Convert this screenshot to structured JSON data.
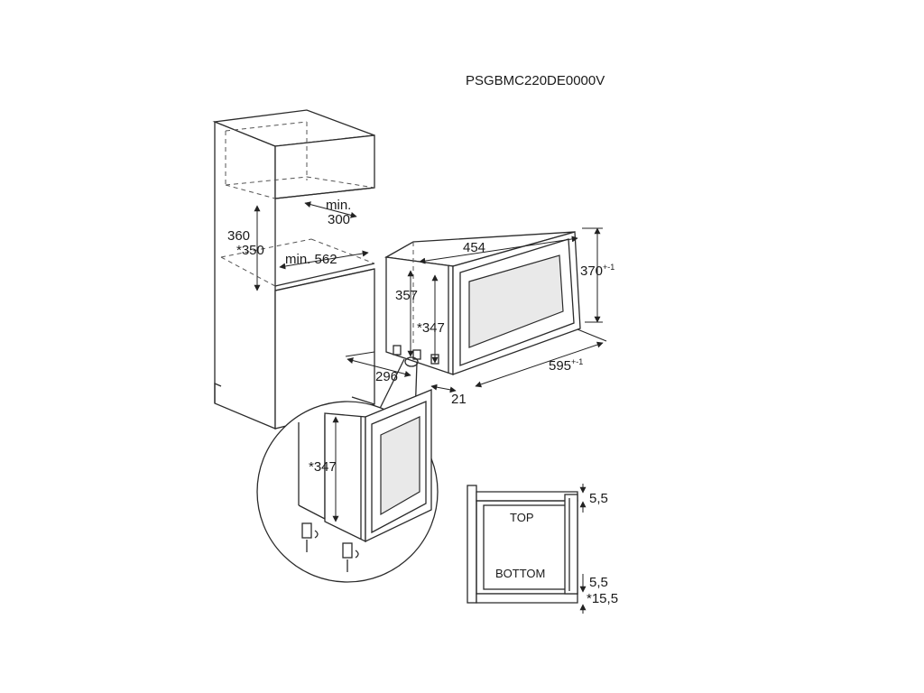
{
  "model_code": "PSGBMC220DE0000V",
  "cabinet": {
    "min_depth_label": "min.",
    "min_depth_value": "300",
    "height_a": "360",
    "height_b": "*350",
    "min_width": "min. 562"
  },
  "appliance": {
    "depth": "454",
    "height": "370",
    "height_tolerance": "+-1",
    "body_height": "357",
    "body_height_alt": "*347",
    "width": "595",
    "width_tolerance": "+-1",
    "offset_296": "296",
    "offset_21": "21"
  },
  "detail": {
    "height_alt": "*347"
  },
  "mount_view": {
    "top_label": "TOP",
    "bottom_label": "BOTTOM",
    "gap_top": "5,5",
    "gap_bottom": "5,5",
    "gap_bottom_alt": "*15,5"
  }
}
